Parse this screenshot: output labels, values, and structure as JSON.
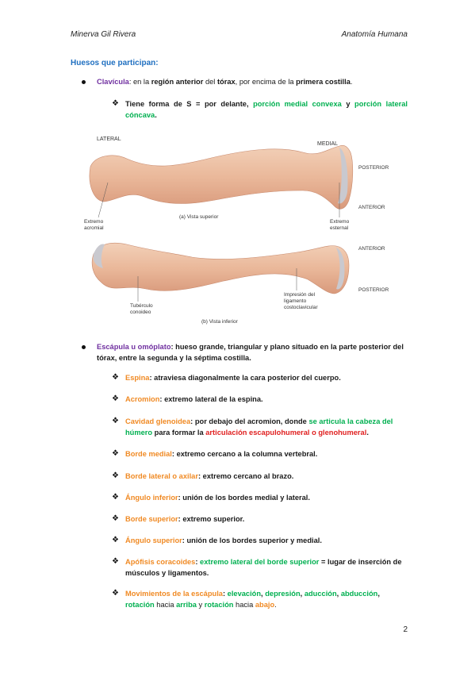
{
  "header": {
    "author": "Minerva Gil Rivera",
    "subject": "Anatomía Humana"
  },
  "section_title": "Huesos que participan:",
  "clavicula": {
    "term": "Clavícula",
    "text_parts": [
      ": en la ",
      "región anterior",
      " del ",
      "tórax",
      ", por encima de la ",
      "primera costilla",
      "."
    ],
    "sub": {
      "p1": "Tiene forma de S = por delante, ",
      "green1": "porción medial convexa",
      "p2": " y ",
      "green2": "porción lateral cóncava",
      "p3": "."
    }
  },
  "figure": {
    "lateral": "LATERAL",
    "medial": "MEDIAL",
    "posterior_top": "POSTERIOR",
    "anterior_top": "ANTERIOR",
    "anterior_bottom": "ANTERIOR",
    "posterior_bottom": "POSTERIOR",
    "extremo_acromial": "Extremo\nacromial",
    "extremo_esternal": "Extremo\nesternal",
    "vista_superior": "(a) Vista superior",
    "tuberculo": "Tubérculo\nconoideo",
    "impresion": "Impresión del\nligamento\ncostoclavicular",
    "vista_inferior": "(b) Vista inferior"
  },
  "escapula": {
    "term": "Escápula u omóplato",
    "line1": ": hueso grande, triangular y plano situado en la parte posterior del",
    "line2": "tórax, entre la segunda y la séptima costilla.",
    "items": [
      {
        "term": "Espina",
        "rest": ": atraviesa diagonalmente la cara posterior del cuerpo."
      },
      {
        "term": "Acromion",
        "rest": ": extremo lateral de la espina."
      },
      {
        "term": "Cavidad glenoidea",
        "rest": ""
      },
      {
        "term": "Borde medial",
        "rest": ": extremo cercano a la columna vertebral."
      },
      {
        "term": "Borde lateral o axilar",
        "rest": ": extremo cercano al brazo."
      },
      {
        "term": "Ángulo inferior",
        "rest": ": unión de los bordes medial y lateral."
      },
      {
        "term": "Borde superior",
        "rest": ": extremo superior."
      },
      {
        "term": "Ángulo superior",
        "rest": ": unión de los bordes superior y medial."
      },
      {
        "term": "Apófisis coracoides",
        "rest": ""
      },
      {
        "term": "Movimientos de la escápula",
        "rest": ""
      }
    ],
    "glenoidea": {
      "a": ": por debajo del acromion, donde ",
      "g": "se articula la cabeza del",
      "g2": "húmero",
      "b": " para formar la ",
      "r": "articulación escapulohumeral o glenohumeral",
      "c": "."
    },
    "coracoides": {
      "a": ": ",
      "g": "extremo lateral del borde superior",
      "b": " = lugar de inserción de",
      "c": "músculos y ligamentos."
    },
    "movimientos": {
      "a": ": ",
      "m1": "elevación",
      "m2": "depresión",
      "m3": "aducción",
      "m4": "abducción",
      "m5": "rotación",
      "h1": " hacia ",
      "m6": "arriba",
      "y": " y ",
      "m7": "rotación",
      "h2": " hacia ",
      "m8": "abajo",
      "end": "."
    }
  },
  "page_number": "2"
}
